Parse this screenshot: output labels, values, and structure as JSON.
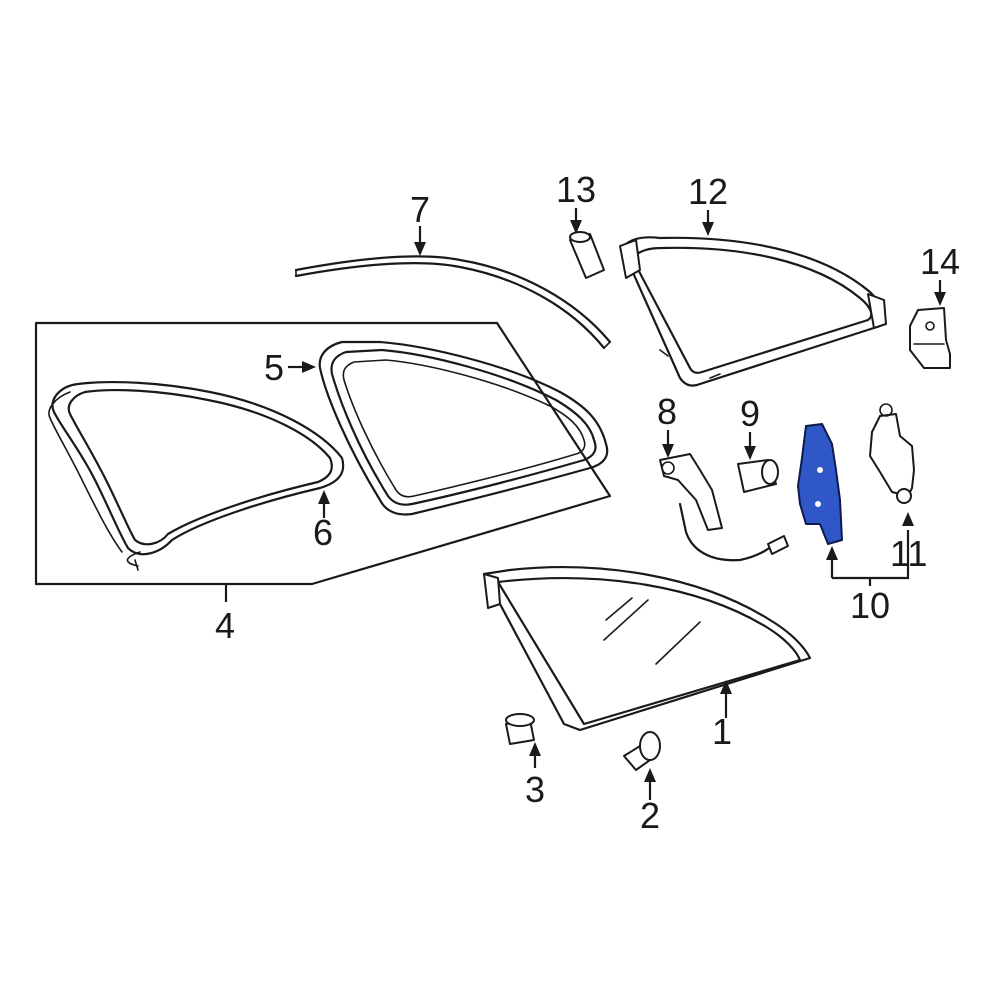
{
  "diagram": {
    "highlight_color": "#2f57c8",
    "callouts": [
      {
        "id": "c1",
        "label": "1"
      },
      {
        "id": "c2",
        "label": "2"
      },
      {
        "id": "c3",
        "label": "3"
      },
      {
        "id": "c4",
        "label": "4"
      },
      {
        "id": "c5",
        "label": "5"
      },
      {
        "id": "c6",
        "label": "6"
      },
      {
        "id": "c7",
        "label": "7"
      },
      {
        "id": "c8",
        "label": "8"
      },
      {
        "id": "c9",
        "label": "9"
      },
      {
        "id": "c10",
        "label": "10"
      },
      {
        "id": "c11",
        "label": "11"
      },
      {
        "id": "c12",
        "label": "12"
      },
      {
        "id": "c13",
        "label": "13"
      },
      {
        "id": "c14",
        "label": "14"
      }
    ]
  }
}
